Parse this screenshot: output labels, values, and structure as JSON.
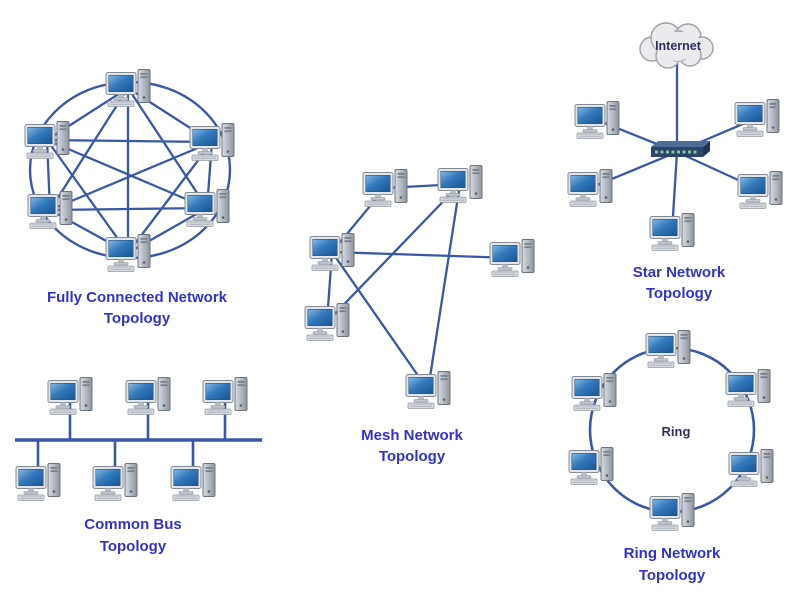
{
  "colors": {
    "label": "#3232CD",
    "line": "#3A58A8",
    "text_dark": "#2E2E66"
  },
  "topologies": {
    "fully_connected": {
      "line1": "Fully Connected Network",
      "line2": "Topology"
    },
    "mesh": {
      "line1": "Mesh Network",
      "line2": "Topology"
    },
    "star": {
      "line1": "Star Network",
      "line2": "Topology",
      "internet_label": "Internet"
    },
    "common_bus": {
      "line1": "Common Bus",
      "line2": "Topology"
    },
    "ring": {
      "line1": "Ring Network",
      "line2": "Topology",
      "center_label": "Ring"
    }
  }
}
